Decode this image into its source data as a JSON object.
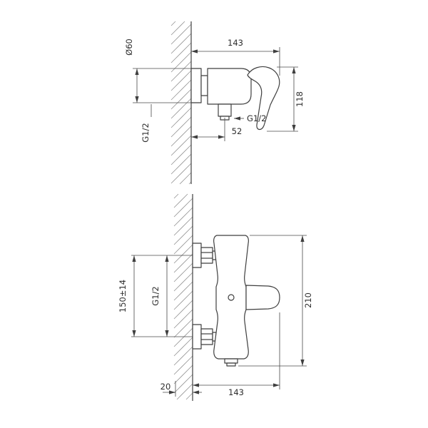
{
  "side_view": {
    "dim_diameter": "Ø60",
    "dim_depth": "143",
    "dim_height": "118",
    "dim_outlet_thread": "G1/2",
    "dim_outlet_offset": "52",
    "dim_inlet_thread": "G1/2"
  },
  "front_view": {
    "dim_connection_spacing": "150±14",
    "dim_connection_thread": "G1/2",
    "dim_height": "210",
    "dim_width": "143",
    "dim_wall_offset": "20"
  },
  "colors": {
    "line": "#3f3f3f",
    "hatch": "#949494",
    "background": "#ffffff"
  }
}
